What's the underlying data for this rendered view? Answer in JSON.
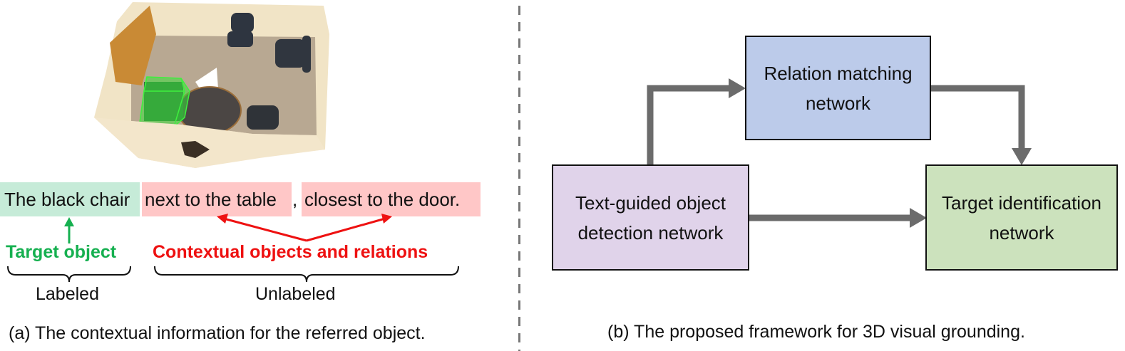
{
  "panel_a": {
    "scene_image_alt": "3D reconstructed indoor room scan with a green bounding box around a black chair",
    "sentence": {
      "target_phrase": "The black chair",
      "context_phrase_1": "next to the table",
      "separator": ",",
      "context_phrase_2": "closest to the door."
    },
    "target_label": "Target object",
    "context_label": "Contextual objects and relations",
    "labeled_text": "Labeled",
    "unlabeled_text": "Unlabeled",
    "caption": "(a) The contextual information for the referred object.",
    "colors": {
      "target_highlight": "#c6ebd8",
      "context_highlight": "#ffc7c7",
      "target_text": "#16b050",
      "context_text": "#ee1111"
    }
  },
  "panel_b": {
    "nodes": {
      "relation": "Relation matching network",
      "detection": "Text-guided object detection network",
      "target": "Target identification network"
    },
    "edges": [
      {
        "from": "detection",
        "to": "relation"
      },
      {
        "from": "relation",
        "to": "target"
      },
      {
        "from": "detection",
        "to": "target"
      }
    ],
    "caption": "(b) The proposed framework for 3D visual grounding.",
    "colors": {
      "relation_fill": "#bccbea",
      "detection_fill": "#e0d3ea",
      "target_fill": "#cce2bd",
      "arrow": "#6b6b6b"
    }
  }
}
